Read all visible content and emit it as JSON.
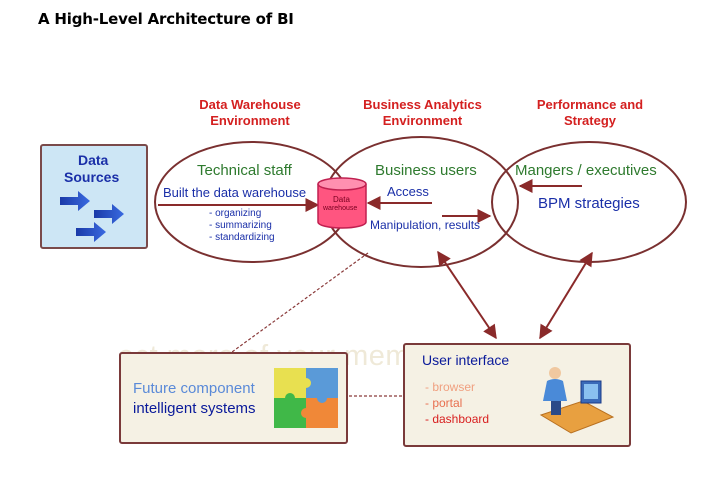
{
  "title": "A High-Level Architecture of BI",
  "headers": {
    "dw_line1": "Data Warehouse",
    "dw_line2": "Environment",
    "ba_line1": "Business Analytics",
    "ba_line2": "Environment",
    "ps_line1": "Performance and",
    "ps_line2": "Strategy"
  },
  "data_sources": {
    "line1": "Data",
    "line2": "Sources"
  },
  "technical": {
    "title": "Technical staff",
    "subtitle": "Built the data warehouse",
    "items": [
      "- organizing",
      "- summarizing",
      "- standardizing"
    ]
  },
  "warehouse": {
    "line1": "Data",
    "line2": "warehouse"
  },
  "business": {
    "title": "Business users",
    "access": "Access",
    "manipulation": "Manipulation, results"
  },
  "managers": {
    "title": "Mangers / executives",
    "bpm": "BPM strategies"
  },
  "future": {
    "line1": "Future component",
    "line2": "intelligent systems"
  },
  "ui": {
    "title": "User interface",
    "items": [
      "- browser",
      "- portal",
      "- dashboard"
    ]
  },
  "watermark": "ect more of your memories for le",
  "colors": {
    "header_red": "#d42020",
    "ellipse_border": "#7a3030",
    "arrow_dark": "#8a2a2a",
    "text_green": "#2e7a2e",
    "text_blue": "#1a2fa8",
    "cylinder_pink": "#ff4d7a"
  }
}
